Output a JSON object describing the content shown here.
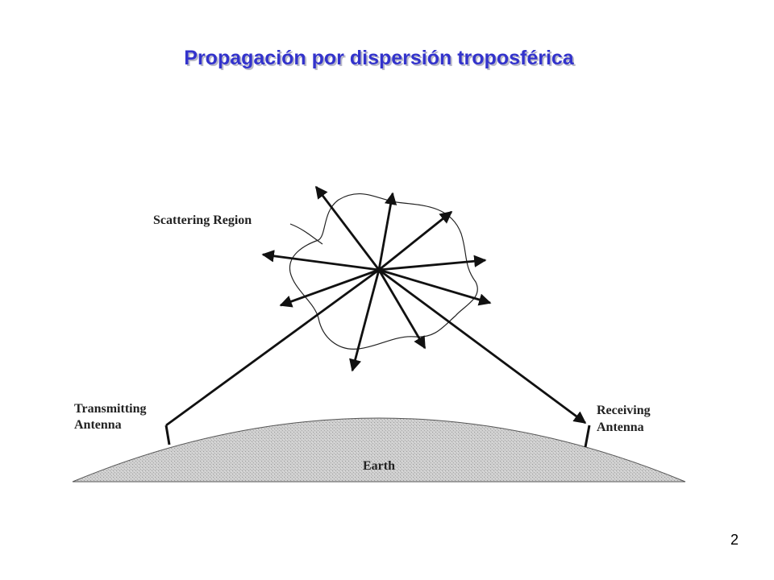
{
  "slide": {
    "title": "Propagación por dispersión troposférica",
    "page_number": "2"
  },
  "diagram": {
    "scattering_label": "Scattering Region",
    "transmitting_label_line1": "Transmitting",
    "transmitting_label_line2": "Antenna",
    "receiving_label_line1": "Receiving",
    "receiving_label_line2": "Antenna",
    "earth_label": "Earth",
    "earth_color": "#c4c4c4"
  }
}
